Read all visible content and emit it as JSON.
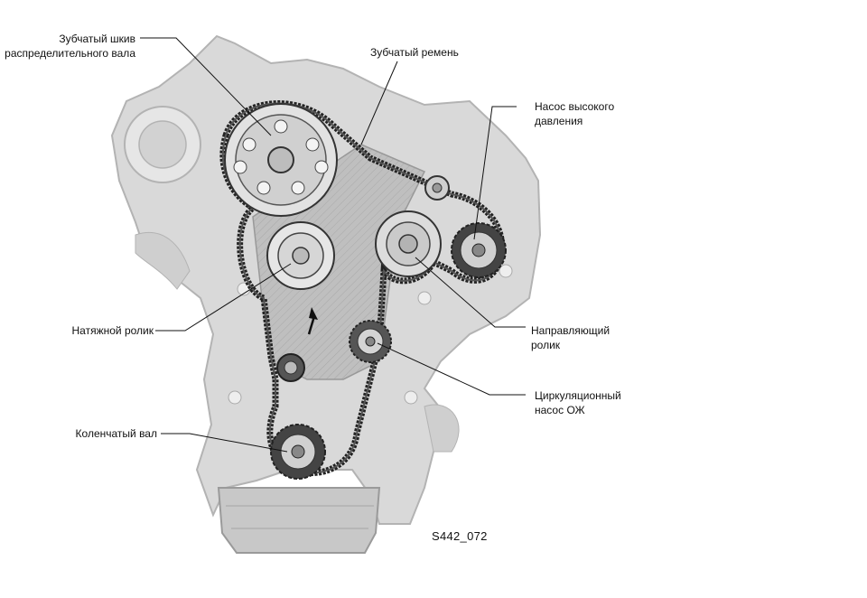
{
  "labels": {
    "camshaft_pulley": [
      "Зубчатый шкив",
      "распределительного вала"
    ],
    "timing_belt": [
      "Зубчатый ремень"
    ],
    "high_pressure_pump": [
      "Насос высокого",
      "давления"
    ],
    "tensioner": [
      "Натяжной ролик"
    ],
    "idler": [
      "Направляющий",
      "ролик"
    ],
    "coolant_pump": [
      "Циркуляционный",
      "насос ОЖ"
    ],
    "crankshaft": [
      "Коленчатый вал"
    ]
  },
  "figure_code": "S442_072",
  "colors": {
    "engine_fill": "#d9d9d9",
    "engine_outline": "#b3b3b3",
    "cover_fill": "#c4c4c4",
    "belt": "#222222",
    "leader_line": "#111111"
  }
}
